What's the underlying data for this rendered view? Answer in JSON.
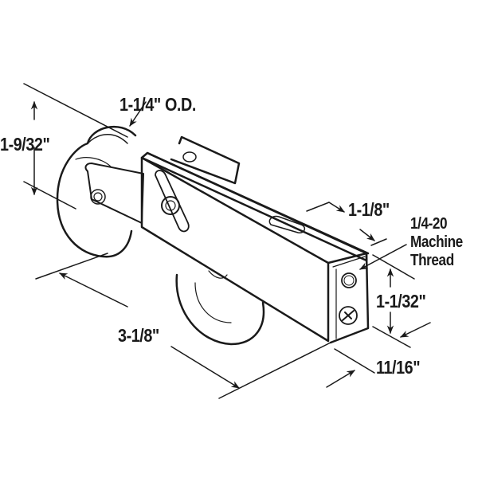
{
  "diagram": {
    "subject": "sliding door roller assembly",
    "colors": {
      "line": "#1a1a1a",
      "background": "#ffffff"
    },
    "dimensions": {
      "wheel_od": "1-1/4\" O.D.",
      "height_overall": "1-9/32\"",
      "length": "3-1/8\"",
      "housing_width_top": "1-1/8\"",
      "thread_line1": "1/4-20",
      "thread_line2": "Machine",
      "thread_line3": "Thread",
      "housing_height": "1-1/32\"",
      "housing_depth": "11/16\""
    }
  }
}
